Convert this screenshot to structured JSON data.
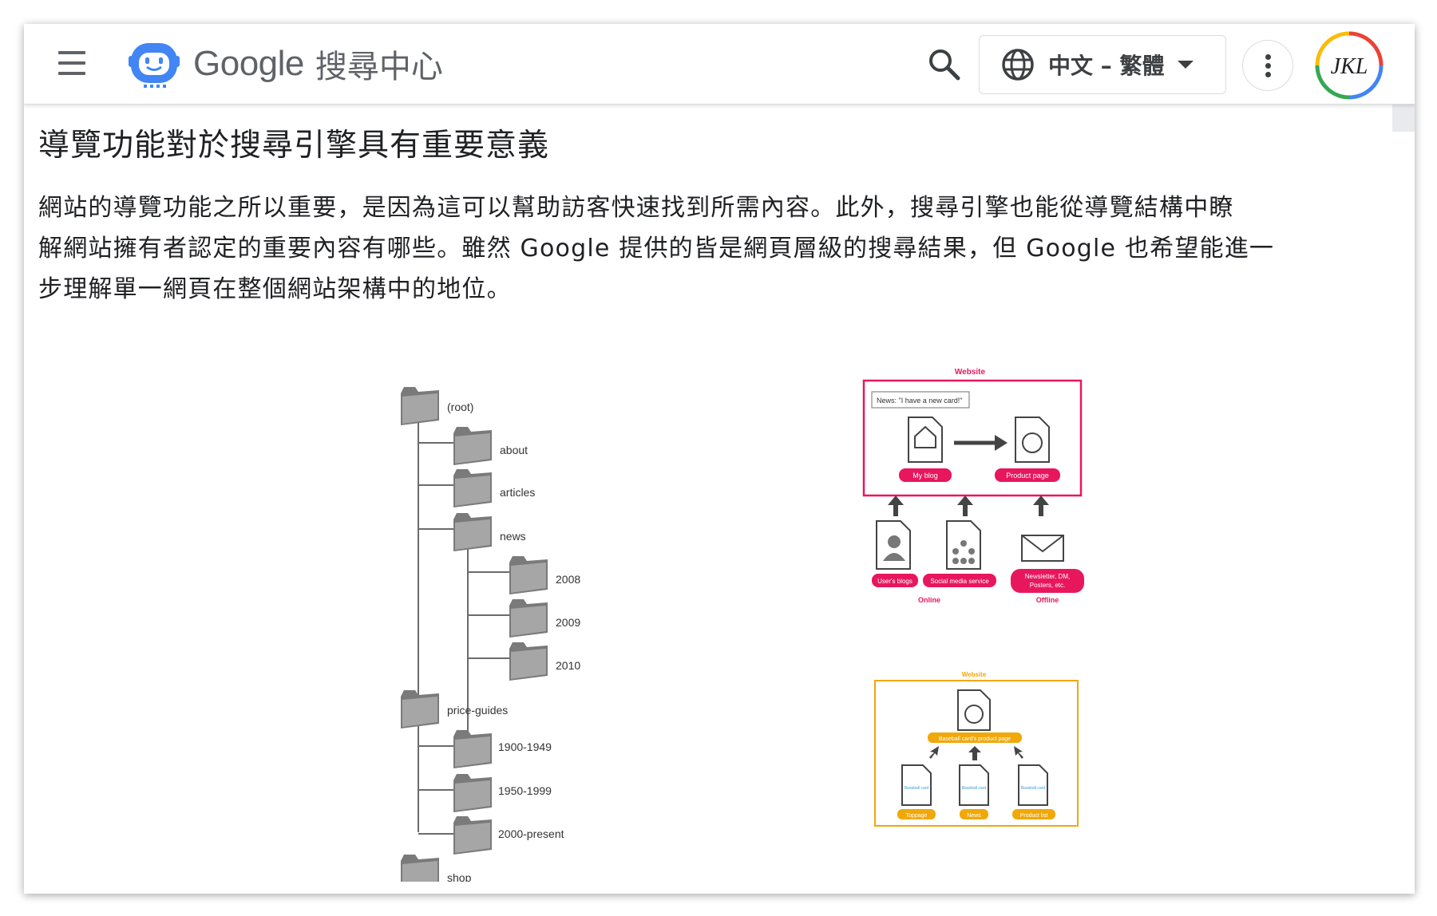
{
  "header": {
    "brand_google": "Google",
    "brand_title": "搜尋中心",
    "language": "中文 – 繁體",
    "avatar_initials": "JKL",
    "icons": [
      "menu-icon",
      "search-console-logo-icon",
      "search-icon",
      "globe-icon",
      "caret-down-icon",
      "more-vert-icon"
    ]
  },
  "article": {
    "heading": "導覽功能對於搜尋引擎具有重要意義",
    "paragraph_lines": [
      "網站的導覽功能之所以重要，是因為這可以幫助訪客快速找到所需內容。此外，搜尋引擎也能從導覽結構中瞭",
      "解網站擁有者認定的重要內容有哪些。雖然 Google 提供的皆是網頁層級的搜尋結果，但 Google 也希望能進一",
      "步理解單一網頁在整個網站架構中的地位。"
    ]
  },
  "tree_figure": {
    "root": "(root)",
    "about": "about",
    "articles": "articles",
    "news": "news",
    "y2008": "2008",
    "y2009": "2009",
    "y2010": "2010",
    "price_guides": "price-guides",
    "r1": "1900-1949",
    "r2": "1950-1999",
    "r3": "2000-present",
    "shop": "shop"
  },
  "website_figure": {
    "title": "Website",
    "callout": "News: \"I have a new card!\"",
    "my_blog": "My blog",
    "product_page": "Product page",
    "users_blogs": "User's blogs",
    "social": "Social media service",
    "newsletter_1": "Newsletter, DM,",
    "newsletter_2": "Posters, etc.",
    "online": "Online",
    "offline": "Offline",
    "accent": "#e8175d"
  },
  "baseball_figure": {
    "title": "Website",
    "product_page": "Baseball card's product page",
    "doc_label": "Baseball card",
    "toppage": "Toppage",
    "news": "News",
    "product_list": "Product list",
    "accent": "#f0a80a",
    "link_color": "#3aa0d8"
  }
}
